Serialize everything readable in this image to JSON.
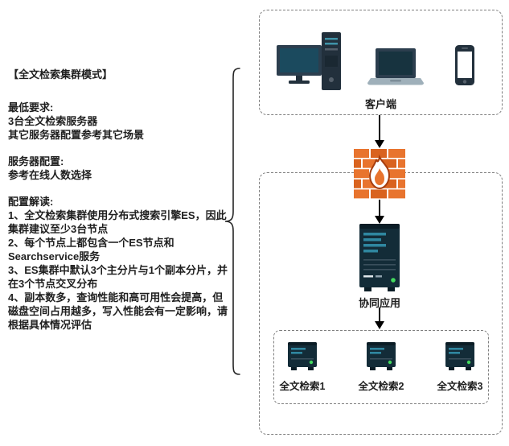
{
  "left_panel": {
    "title": "【全文检索集群模式】",
    "sections": [
      {
        "heading": "最低要求:",
        "lines": [
          "3台全文检索服务器",
          "其它服务器配置参考其它场景"
        ]
      },
      {
        "heading": "服务器配置:",
        "lines": [
          "参考在线人数选择"
        ]
      },
      {
        "heading": "配置解读:",
        "lines": [
          "1、全文检索集群使用分布式搜索引擎ES，因此集群建议至少3台节点",
          "2、每个节点上都包含一个ES节点和Searchservice服务",
          "3、ES集群中默认3个主分片与1个副本分片，并在3个节点交叉分布",
          "4、副本数多，查询性能和高可用性会提高，但磁盘空间占用越多，写入性能会有一定影响，请根据具体情况评估"
        ]
      }
    ]
  },
  "diagram": {
    "client_label": "客户端",
    "app_server_label": "协同应用",
    "search_nodes": [
      {
        "label": "全文检索1"
      },
      {
        "label": "全文检索2"
      },
      {
        "label": "全文检索3"
      }
    ]
  },
  "colors": {
    "dashed_border": "#7f7f7f",
    "arrow": "#000000",
    "brick_orange": "#e8742e",
    "brick_orange_dark": "#d9631f",
    "server_body": "#132c38",
    "server_cap": "#0b1d26",
    "accent_teal": "#2f87a0",
    "status_green": "#43d95e"
  }
}
